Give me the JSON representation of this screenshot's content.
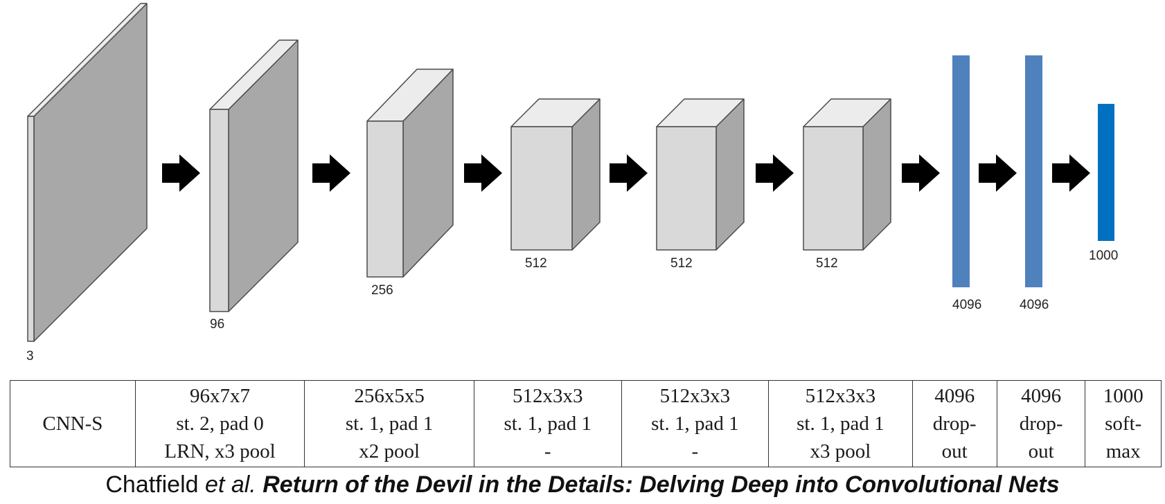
{
  "layers": [
    {
      "id": "input",
      "kind": "plane",
      "label": "3"
    },
    {
      "id": "conv1",
      "kind": "box",
      "label": "96"
    },
    {
      "id": "conv2",
      "kind": "box",
      "label": "256"
    },
    {
      "id": "conv3",
      "kind": "box",
      "label": "512"
    },
    {
      "id": "conv4",
      "kind": "box",
      "label": "512"
    },
    {
      "id": "conv5",
      "kind": "box",
      "label": "512"
    },
    {
      "id": "fc6",
      "kind": "bar",
      "label": "4096"
    },
    {
      "id": "fc7",
      "kind": "bar",
      "label": "4096"
    },
    {
      "id": "fc8",
      "kind": "bar",
      "label": "1000"
    }
  ],
  "colors": {
    "front_face": "#d9d9d9",
    "side_face": "#a8a8a8",
    "top_face": "#ececec",
    "edge": "#4a4a4a",
    "bar_light": "#4f81bd",
    "bar_dark": "#0070c0",
    "arrow": "#000000"
  },
  "table": {
    "model_name": "CNN-S",
    "columns": [
      [
        "96x7x7",
        "st. 2, pad 0",
        "LRN, x3 pool"
      ],
      [
        "256x5x5",
        "st. 1, pad 1",
        "x2 pool"
      ],
      [
        "512x3x3",
        "st. 1, pad 1",
        "-"
      ],
      [
        "512x3x3",
        "st. 1, pad 1",
        "-"
      ],
      [
        "512x3x3",
        "st. 1, pad 1",
        "x3 pool"
      ],
      [
        "4096",
        "drop-",
        "out"
      ],
      [
        "4096",
        "drop-",
        "out"
      ],
      [
        "1000",
        "soft-",
        "max"
      ]
    ]
  },
  "caption": {
    "authors": "Chatfield",
    "etal": "et al.",
    "title": "Return of the Devil in the Details: Delving Deep into Convolutional Nets"
  }
}
